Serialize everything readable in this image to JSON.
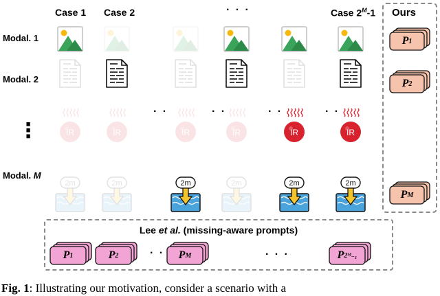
{
  "columns": {
    "case1": "Case 1",
    "case2": "Case 2",
    "ellipsis": "· · ·",
    "last_case": "Case 2",
    "last_case_exp": "M",
    "last_case_suffix": "-1",
    "ours": "Ours"
  },
  "rows": {
    "modal1": "Modal. 1",
    "modal2": "Modal. 2",
    "vdots": "⋮",
    "modalM_prefix": "Modal. ",
    "modalM_italic": "M"
  },
  "icons": {
    "image": "landscape-image-icon",
    "text": "document-icon",
    "ir": "infrared-sensor-icon",
    "depth": "depth-water-icon",
    "ir_label": "IR",
    "depth_label": "2m"
  },
  "ours_prompts": [
    {
      "base": "P",
      "sub": "1"
    },
    {
      "base": "P",
      "sub": "2"
    },
    {
      "base": "P",
      "sub": "M"
    }
  ],
  "lee": {
    "title_prefix": "Lee ",
    "title_italic": "et al.",
    "title_suffix": " (missing-aware prompts)",
    "prompts": [
      {
        "base": "P",
        "sub": "1"
      },
      {
        "base": "P",
        "sub": "2"
      },
      {
        "base": "P",
        "sub": "M"
      },
      {
        "base": "P",
        "sub": "2ᴹ₋₁"
      }
    ],
    "dots_small": "· ·",
    "dots_wide": "· · ·"
  },
  "between_dots": "· ·",
  "caption": {
    "bold": "Fig. 1",
    "rest": ": Illustrating our motivation, consider a scenario with a"
  },
  "colors": {
    "prompt_ours_fill": "#f6c3ac",
    "prompt_lee_fill": "#f2a4d4",
    "ir_red": "#d8232f",
    "water_blue": "#4aa3db",
    "arrow_yellow": "#f5c32c",
    "mountain_green": "#3aa55a",
    "sun_yellow": "#f5b90f"
  }
}
